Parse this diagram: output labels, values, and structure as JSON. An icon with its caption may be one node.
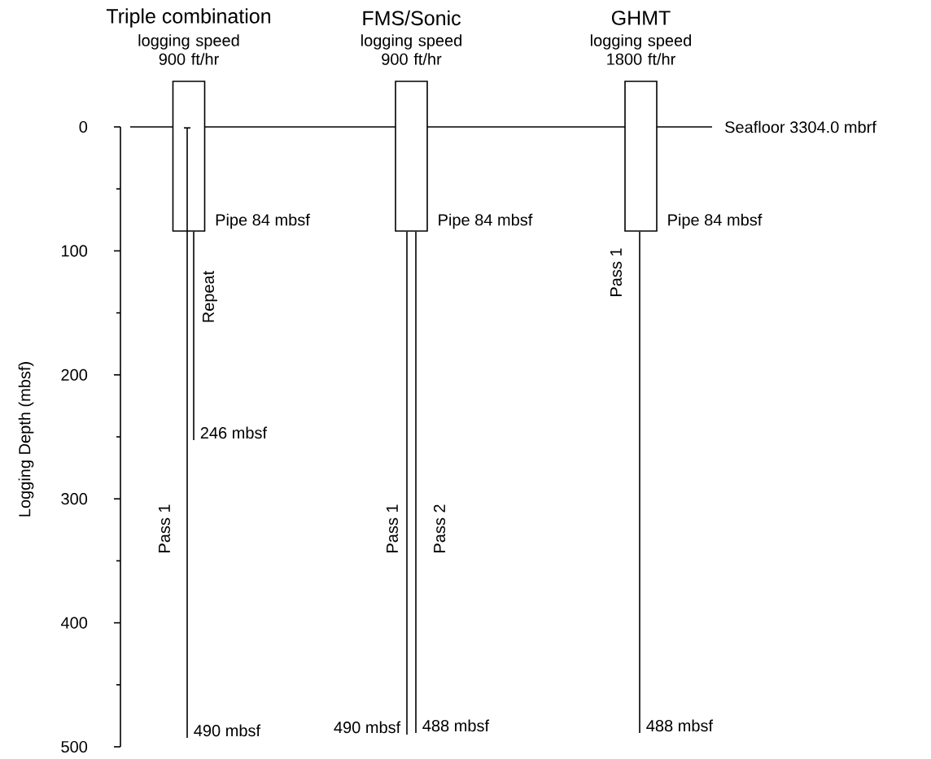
{
  "diagram": {
    "nodes": [
      {
        "text": [
          "Triple combination",
          "logging speed 900 ft/hr"
        ],
        "beside": [
          "Pipe 84 mbsf"
        ]
      },
      {
        "text": [
          "FMS/Sonic",
          "logging speed 900 ft/hr"
        ],
        "beside": [
          "Pipe 84 mbsf"
        ]
      },
      {
        "text": [
          "GHMT",
          "logging speed 1800 ft/hr"
        ],
        "beside": [
          "Pipe 84 mbsf"
        ]
      },
      {
        "text": [
          "246 mbsf"
        ]
      },
      {
        "text": [
          "490 mbsf"
        ]
      },
      {
        "text": [
          "490 mbsf"
        ]
      },
      {
        "text": [
          "488 mbsf"
        ]
      },
      {
        "text": [
          "488 mbsf"
        ]
      }
    ],
    "edges": [
      {
        "from": 0,
        "to": 3,
        "arrow": "none",
        "label": "Repeat"
      },
      {
        "from": 0,
        "to": 4,
        "arrow": "none",
        "label": "Pass 1"
      },
      {
        "from": 1,
        "to": 5,
        "arrow": "none",
        "label": "Pass 1"
      },
      {
        "from": 1,
        "to": 6,
        "arrow": "none",
        "label": "Pass 2"
      },
      {
        "from": 2,
        "to": 7,
        "arrow": "none",
        "label": "Pass 1"
      }
    ],
    "labels": [
      "Seafloor 3304.0 mbrf",
      "0",
      "100",
      "200",
      "300",
      "400",
      "500",
      "Logging Depth (mbsf)"
    ]
  }
}
